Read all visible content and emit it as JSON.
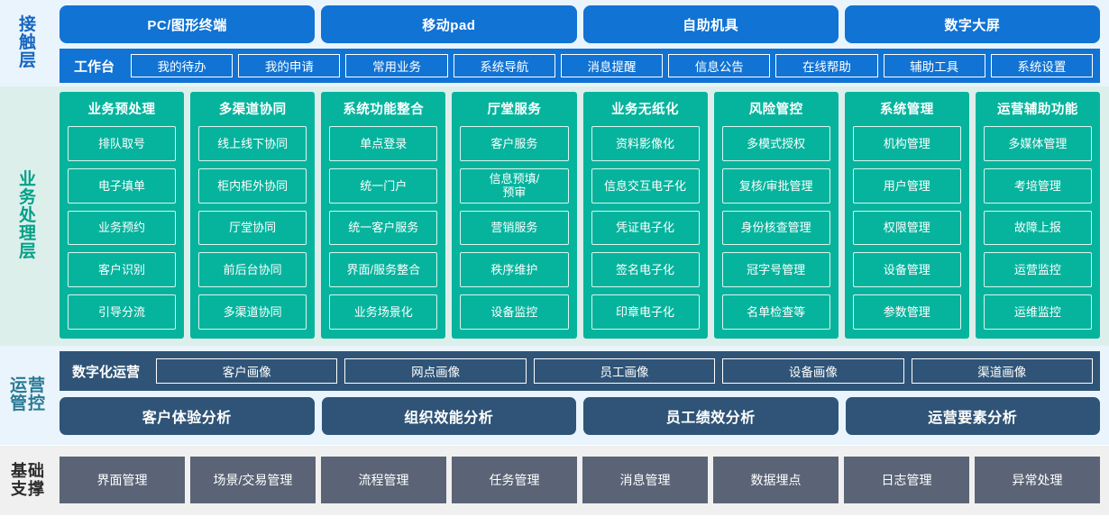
{
  "layers": {
    "contact": {
      "label": "接触层",
      "terminals": [
        {
          "label": "PC/图形终端"
        },
        {
          "label": "移动pad"
        },
        {
          "label": "自助机具"
        },
        {
          "label": "数字大屏"
        }
      ],
      "workbench_title": "工作台",
      "workbench_items": [
        {
          "label": "我的待办"
        },
        {
          "label": "我的申请"
        },
        {
          "label": "常用业务"
        },
        {
          "label": "系统导航"
        },
        {
          "label": "消息提醒"
        },
        {
          "label": "信息公告"
        },
        {
          "label": "在线帮助"
        },
        {
          "label": "辅助工具"
        },
        {
          "label": "系统设置"
        }
      ]
    },
    "business": {
      "label": "业务处理层",
      "columns": [
        {
          "title": "业务预处理",
          "items": [
            "排队取号",
            "电子填单",
            "业务预约",
            "客户识别",
            "引导分流"
          ]
        },
        {
          "title": "多渠道协同",
          "items": [
            "线上线下协同",
            "柜内柜外协同",
            "厅堂协同",
            "前后台协同",
            "多渠道协同"
          ]
        },
        {
          "title": "系统功能整合",
          "items": [
            "单点登录",
            "统一门户",
            "统一客户服务",
            "界面/服务整合",
            "业务场景化"
          ]
        },
        {
          "title": "厅堂服务",
          "items": [
            "客户服务",
            "信息预填/\n预审",
            "营销服务",
            "秩序维护",
            "设备监控"
          ]
        },
        {
          "title": "业务无纸化",
          "items": [
            "资料影像化",
            "信息交互电子化",
            "凭证电子化",
            "签名电子化",
            "印章电子化"
          ]
        },
        {
          "title": "风险管控",
          "items": [
            "多模式授权",
            "复核/审批管理",
            "身份核查管理",
            "冠字号管理",
            "名单检查等"
          ]
        },
        {
          "title": "系统管理",
          "items": [
            "机构管理",
            "用户管理",
            "权限管理",
            "设备管理",
            "参数管理"
          ]
        },
        {
          "title": "运营辅助功能",
          "items": [
            "多媒体管理",
            "考培管理",
            "故障上报",
            "运营监控",
            "运维监控"
          ]
        }
      ]
    },
    "operations": {
      "label": "运营管控",
      "portrait_title": "数字化运营",
      "portrait_items": [
        {
          "label": "客户画像"
        },
        {
          "label": "网点画像"
        },
        {
          "label": "员工画像"
        },
        {
          "label": "设备画像"
        },
        {
          "label": "渠道画像"
        }
      ],
      "analysis_items": [
        {
          "label": "客户体验分析"
        },
        {
          "label": "组织效能分析"
        },
        {
          "label": "员工绩效分析"
        },
        {
          "label": "运营要素分析"
        }
      ]
    },
    "base": {
      "label": "基础支撑",
      "items": [
        {
          "label": "界面管理"
        },
        {
          "label": "场景/交易管理"
        },
        {
          "label": "流程管理"
        },
        {
          "label": "任务管理"
        },
        {
          "label": "消息管理"
        },
        {
          "label": "数据埋点"
        },
        {
          "label": "日志管理"
        },
        {
          "label": "异常处理"
        }
      ]
    }
  },
  "colors": {
    "contact_accent": "#1173d4",
    "contact_bg": "#e9f4fc",
    "business_accent": "#06b49d",
    "business_bg": "#ddefeb",
    "operations_accent": "#2f5477",
    "operations_bg": "#e9f4fc",
    "base_accent": "#5a6476",
    "base_bg": "#f0f0f0"
  }
}
